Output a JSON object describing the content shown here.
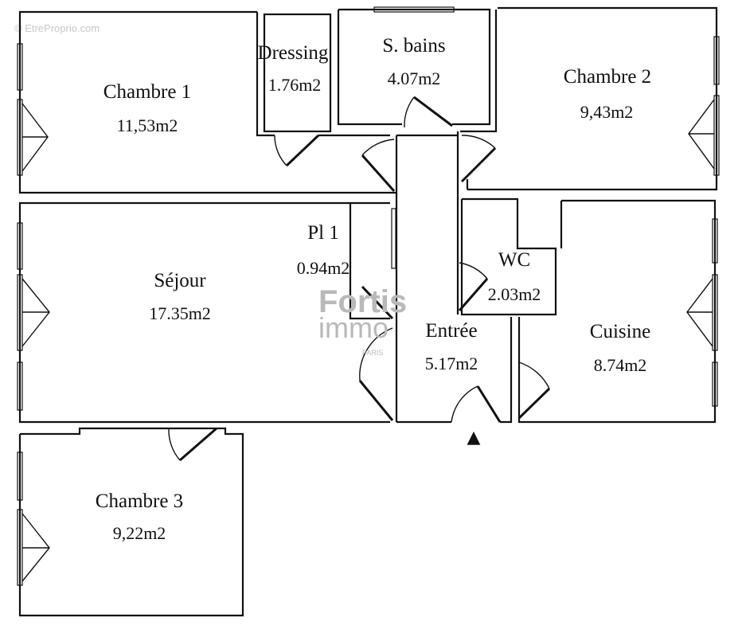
{
  "source_watermark": "© EtreProprio.com",
  "watermark": {
    "brand": "Fortis",
    "sub": "immo",
    "tag": "PARIS"
  },
  "rooms": {
    "chambre1": {
      "name": "Chambre 1",
      "area": "11,53m2"
    },
    "dressing": {
      "name": "Dressing",
      "area": "1.76m2"
    },
    "sbains": {
      "name": "S. bains",
      "area": "4.07m2"
    },
    "chambre2": {
      "name": "Chambre 2",
      "area": "9,43m2"
    },
    "pl1": {
      "name": "Pl 1",
      "area": "0.94m2"
    },
    "sejour": {
      "name": "Séjour",
      "area": "17.35m2"
    },
    "wc": {
      "name": "WC",
      "area": "2.03m2"
    },
    "entree": {
      "name": "Entrée",
      "area": "5.17m2"
    },
    "cuisine": {
      "name": "Cuisine",
      "area": "8.74m2"
    },
    "chambre3": {
      "name": "Chambre 3",
      "area": "9,22m2"
    }
  },
  "entrance_marker": "▲",
  "colors": {
    "walls": "#111111",
    "watermark": "#b9b9b9",
    "background": "#ffffff"
  }
}
